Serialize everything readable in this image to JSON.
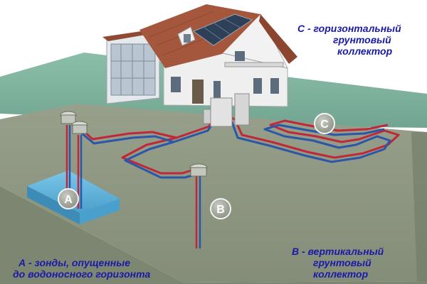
{
  "captions": {
    "c": {
      "line1": "С - горизонтальный",
      "line2": "грунтовый",
      "line3": "коллектор"
    },
    "a": {
      "line1": "А - зонды, опущенные",
      "line2": "до водоносного горизонта"
    },
    "b": {
      "line1": "В - вертикальный",
      "line2": "грунтовый",
      "line3": "коллектор"
    }
  },
  "markers": {
    "a": "A",
    "b": "B",
    "c": "C"
  },
  "colors": {
    "caption_text": "#1a1aa8",
    "ground_top": "#8f9a82",
    "ground_front": "#7c8670",
    "grass_plane": "#5f9f86",
    "water": "#5fb4dc",
    "pipe_red": "#c0283a",
    "pipe_blue": "#2c56a8",
    "roof": "#a4573c",
    "wall": "#efefef",
    "solar_panel": "#2e3f58"
  }
}
